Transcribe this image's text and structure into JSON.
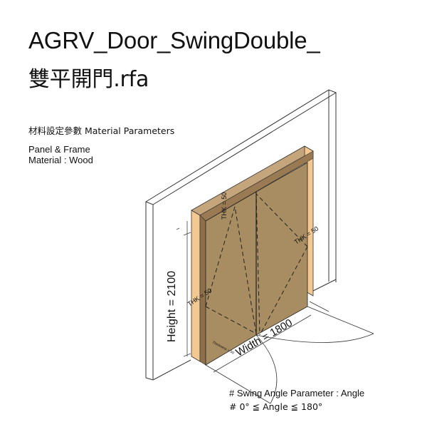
{
  "title": {
    "line1": "AGRV_Door_SwingDouble_",
    "line2": "雙平開門.rfa"
  },
  "materials": {
    "heading": "材料設定參數 Material Parameters",
    "line1": "Panel & Frame",
    "line2": "Material : Wood"
  },
  "dimensions": {
    "height": "Height = 2100",
    "width": "Width = 1800",
    "thk_top": "THK = 50",
    "thk_right": "THK = 50",
    "thk_left": "THK = 50",
    "thickness_small": "Thickness = 50"
  },
  "notes": {
    "swing_param": "# Swing Angle Parameter :  Angle",
    "swing_range": "# 0° ≦ Angle ≦ 180°"
  },
  "colors": {
    "panel": "#a98d62",
    "frame_face": "#f4c991",
    "frame_side": "#9a7a52",
    "line": "#333333"
  }
}
